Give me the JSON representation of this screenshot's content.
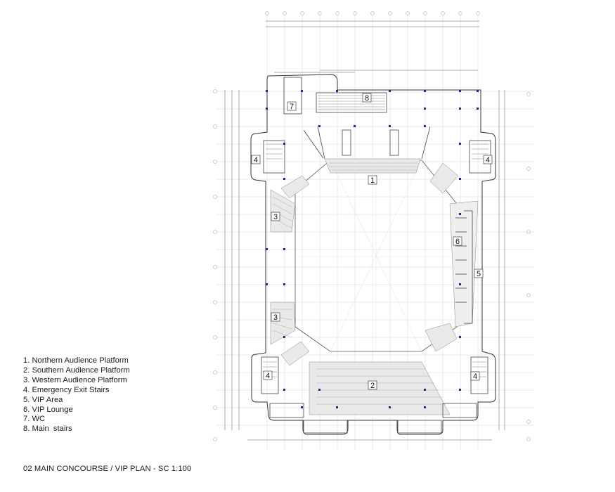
{
  "legend": {
    "items": [
      "1. Northern Audience Platform",
      "2. Southern Audience Platform",
      "3. Western Audience Platform",
      "4. Emergency Exit Stairs",
      "5. VIP Area",
      "6. VIP Lounge",
      "7. WC",
      "8. Main  stairs"
    ]
  },
  "caption": "02 MAIN CONCOURSE / VIP PLAN - SC 1:100",
  "zone_labels": [
    "1",
    "2",
    "3",
    "3",
    "4",
    "4",
    "4",
    "4",
    "5",
    "6",
    "7",
    "8"
  ],
  "colors": {
    "line": "#333333",
    "grid": "#cfcfcf",
    "column": "#1f2a80",
    "seating": "#e6e6e6"
  }
}
